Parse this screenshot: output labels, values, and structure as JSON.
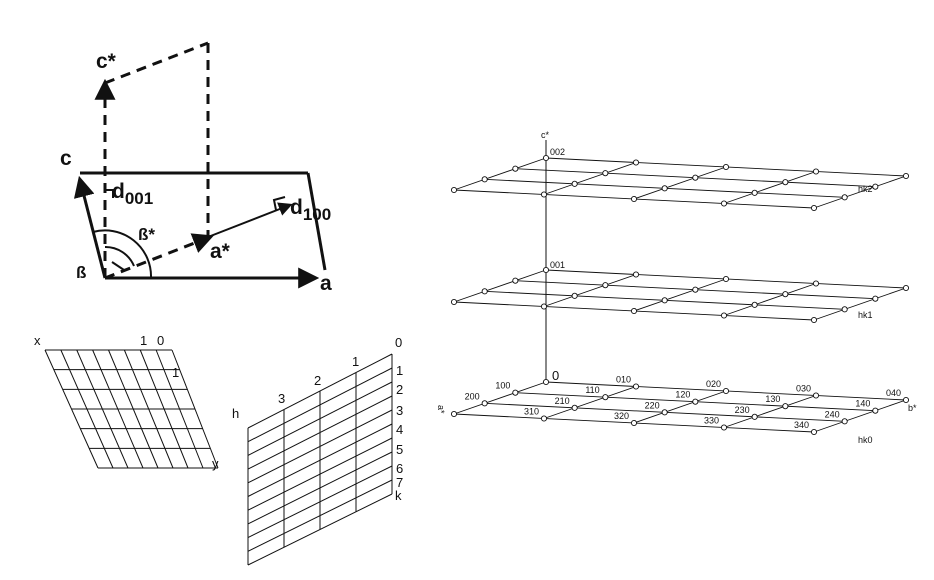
{
  "cell": {
    "vectors": {
      "a": "a",
      "c": "c",
      "a_star": "a*",
      "c_star": "c*"
    },
    "spacings": {
      "d001_base": "d",
      "d001_sub": "001",
      "d100_base": "d",
      "d100_sub": "100"
    },
    "angles": {
      "beta": "ß",
      "beta_star": "ß*"
    }
  },
  "grid_xy": {
    "x": "x",
    "y": "y",
    "n1": "1",
    "n0": "0",
    "m1": "1"
  },
  "grid_hk": {
    "h": "h",
    "k": "k",
    "top": [
      "3",
      "2",
      "1",
      "0"
    ],
    "right": [
      "1",
      "2",
      "3",
      "4",
      "5",
      "6",
      "7"
    ]
  },
  "lattice": {
    "axes": {
      "c_star": "c*",
      "b_star": "b*",
      "a_star": "a*",
      "origin": "0"
    },
    "layers": {
      "hk2": "hk2",
      "hk1": "hk1",
      "hk0": "hk0"
    },
    "upper_labels": {
      "l002": "002",
      "l001": "001"
    },
    "hk0_labels": [
      "100",
      "010",
      "020",
      "030",
      "040",
      "200",
      "110",
      "120",
      "130",
      "140",
      "210",
      "220",
      "230",
      "240",
      "310",
      "320",
      "330",
      "340"
    ]
  }
}
